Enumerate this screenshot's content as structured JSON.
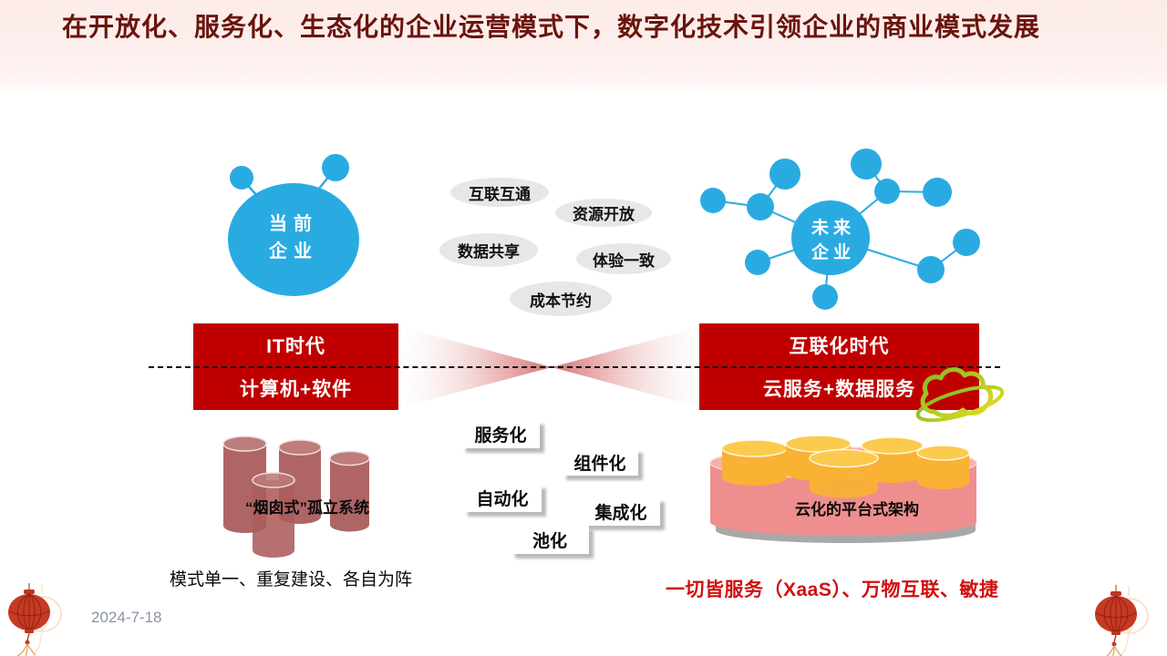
{
  "header": {
    "title": "在开放化、服务化、生态化的企业运营模式下，数字化技术引领企业的商业模式发展"
  },
  "footer": {
    "date": "2024-7-18"
  },
  "current_enterprise": {
    "line1": "当前",
    "line2": "企业"
  },
  "future_enterprise": {
    "line1": "未来",
    "line2": "企业"
  },
  "capability_pills": [
    {
      "label": "互联互通"
    },
    {
      "label": "资源开放"
    },
    {
      "label": "数据共享"
    },
    {
      "label": "体验一致"
    },
    {
      "label": "成本节约"
    }
  ],
  "era_left": {
    "name": "IT时代",
    "stack": "计算机+软件"
  },
  "era_right": {
    "name": "互联化时代",
    "stack": "云服务+数据服务"
  },
  "legacy_system": {
    "overlay": "“烟囱式”孤立系统",
    "caption": "模式单一、重复建设、各自为阵"
  },
  "transformation_tags": [
    {
      "label": "服务化"
    },
    {
      "label": "组件化"
    },
    {
      "label": "自动化"
    },
    {
      "label": "集成化"
    },
    {
      "label": "池化"
    }
  ],
  "cloud_platform": {
    "overlay": "云化的平台式架构",
    "caption": "一切皆服务（XaaS）、万物互联、敏捷"
  },
  "icons": {
    "cloud_orbit_icon": "cloud-with-orbit-ring",
    "lantern_icon": "red-chinese-lantern"
  },
  "colors": {
    "banner_red": "#C00000",
    "node_blue": "#29ABE2",
    "title_maroon": "#6A140C",
    "highlight_red": "#D10F0F",
    "pill_gray": "#E7E7E7",
    "legacy_cylinder": "#AF6565",
    "platform_pink": "#EF8E8E",
    "platform_yellow": "#F9B233"
  }
}
